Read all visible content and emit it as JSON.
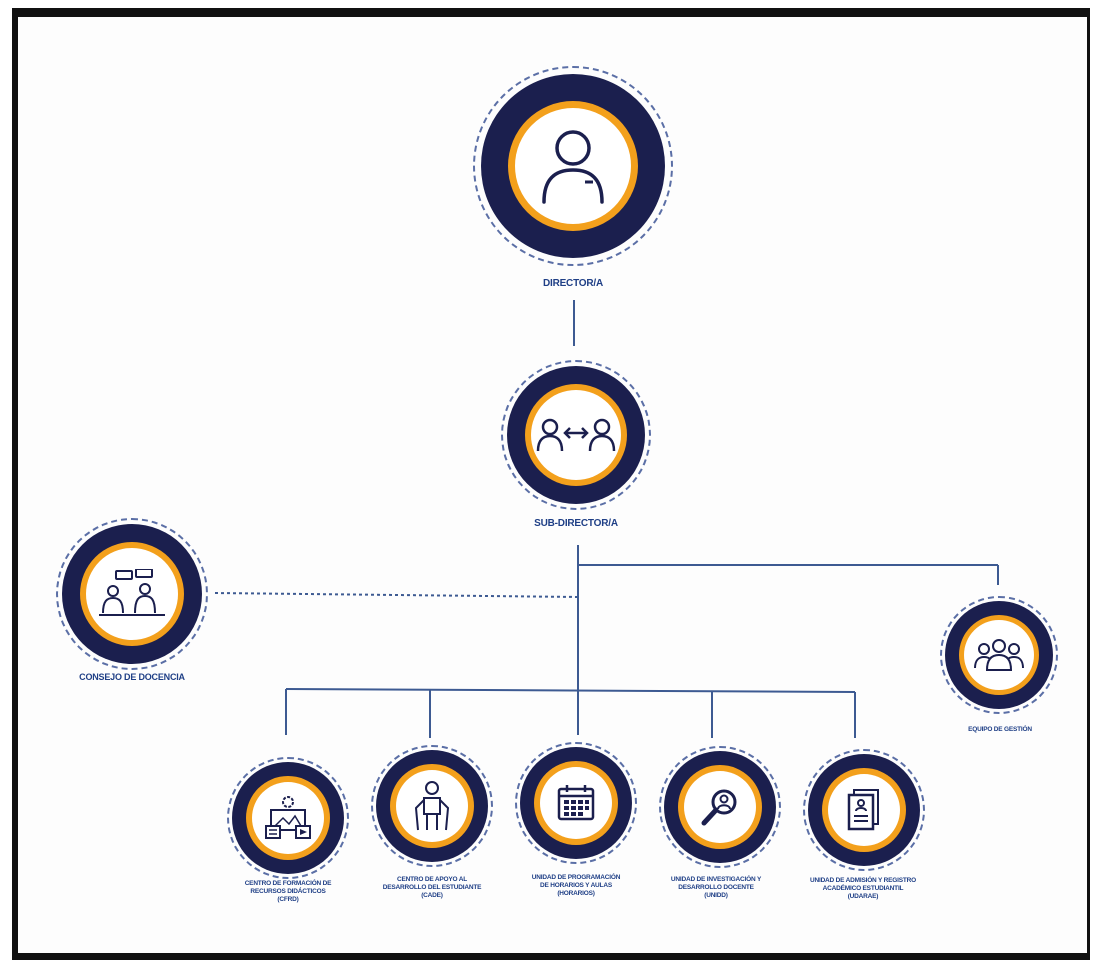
{
  "nodes": {
    "director": {
      "label": "DIRECTOR/A",
      "icon": "person-icon"
    },
    "subdirector": {
      "label": "SUB-DIRECTOR/A",
      "icon": "exchange-people-icon"
    },
    "consejo": {
      "label": "CONSEJO DE DOCENCIA",
      "icon": "meeting-icon"
    },
    "equipo": {
      "label": "EQUIPO DE GESTIÓN",
      "icon": "team-icon"
    },
    "units": [
      {
        "lines": [
          "CENTRO DE FORMACIÓN DE",
          "RECURSOS DIDÁCTICOS",
          "(CFRD)"
        ],
        "icon": "media-resources-icon"
      },
      {
        "lines": [
          "CENTRO DE APOYO AL",
          "DESARROLLO DEL ESTUDIANTE",
          "(CADE)"
        ],
        "icon": "student-support-icon"
      },
      {
        "lines": [
          "UNIDAD DE PROGRAMACIÓN",
          "DE HORARIOS Y AULAS",
          "(HORARIOS)"
        ],
        "icon": "calendar-icon"
      },
      {
        "lines": [
          "UNIDAD DE INVESTIGACIÓN Y",
          "DESARROLLO DOCENTE",
          "(UNIDD)"
        ],
        "icon": "research-icon"
      },
      {
        "lines": [
          "UNIDAD DE ADMISIÓN Y REGISTRO",
          "ACADÉMICO ESTUDIANTIL",
          "(UDARAE)"
        ],
        "icon": "document-icon"
      }
    ]
  },
  "colors": {
    "navy": "#1b1f4e",
    "orange": "#f3a01c",
    "line": "#3d5a92",
    "label": "#1f3f86"
  }
}
